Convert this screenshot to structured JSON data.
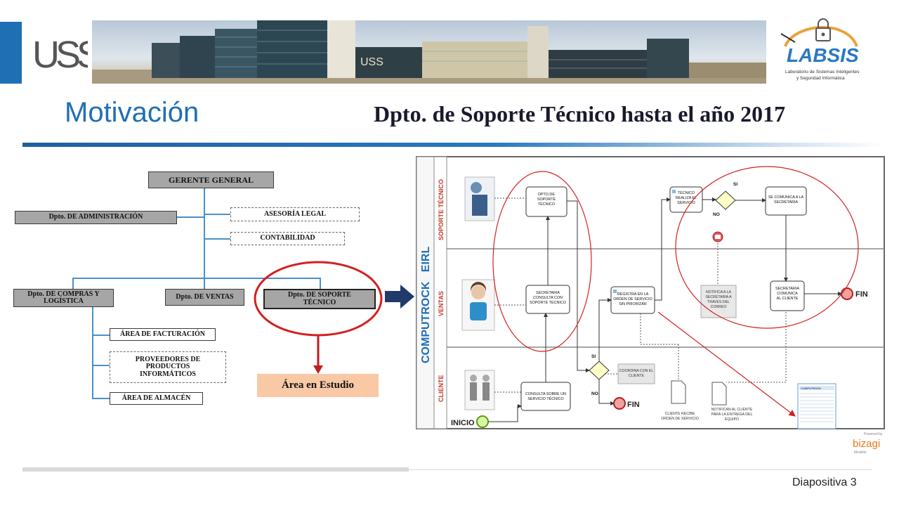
{
  "header": {
    "left_logo_text": "USS",
    "right_logo_text": "LABSIS",
    "right_logo_caption_1": "Laboratorio de Sistemas Inteligentes",
    "right_logo_caption_2": "y Seguridad Informática",
    "banner_sign_text": "USS"
  },
  "slide": {
    "title": "Motivación",
    "subtitle": "Dpto. de Soporte Técnico hasta el año 2017",
    "number_label": "Diapositiva 3"
  },
  "colors": {
    "accent": "#1f6fb4",
    "highlight_red": "#d42020",
    "study_area_fill": "#f8c9a4",
    "org_box_gray": "#a6a6a6",
    "arrow_navy": "#1f3a6b"
  },
  "org_chart": {
    "gerente": "GERENTE GENERAL",
    "administracion": "Dpto. DE ADMINISTRACIÓN",
    "asesoria": "ASESORÍA LEGAL",
    "contabilidad": "CONTABILIDAD",
    "compras": "Dpto. DE COMPRAS Y LOGÍSTICA",
    "ventas": "Dpto. DE VENTAS",
    "soporte": "Dpto. DE SOPORTE TÉCNICO",
    "facturacion": "ÁREA DE FACTURACIÓN",
    "proveedores": "PROVEEDORES DE PRODUCTOS INFORMÁTICOS",
    "almacen": "ÁREA DE ALMACÉN",
    "area_estudio": "Área en Estudio"
  },
  "bpmn": {
    "pool": "COMPUTROCK   EIRL",
    "lanes": {
      "soporte": "SOPORTE TÉCNICO",
      "ventas": "VENTAS",
      "cliente": "CLIENTE"
    },
    "tasks": {
      "dpto_soporte": "DPTO.DE SOPORTE TÉCNICO",
      "tecnico_realiza": "TÉCNICO REALIZA EL SERVICIO",
      "se_comunica": "SE COMUNICA A LA SECRETARIA",
      "secretaria_consulta": "SECRETARIA CONSULTA CON SOPORTE TÉCNICO",
      "registra": "REGISTRA EN LA ORDEN DE SERVICIO SIN PRIORIZAR",
      "notifica_secretaria": "NOTIFICA A LA SECRETARIA A TRAVES DEL CORREO",
      "secretaria_comunica": "SECRETARIA COMUNICA AL CLIENTE",
      "consulta_servicio": "CONSULTA SOBRE UN SERVICIO TÉCNICO",
      "coordina": "COORDINA CON EL CLIENTE",
      "cliente_recibe": "CLIENTE RECIBE ORDEN DE SERVICIO",
      "notifican_cliente": "NOTIFICAN AL CLIENTE PARA LA ENTREGA DEL EQUIPO"
    },
    "labels": {
      "si_1": "SI",
      "no_1": "NO",
      "si_2": "SI",
      "no_2": "NO",
      "fin_1": "FIN",
      "fin_2": "FIN",
      "inicio": "INICIO"
    },
    "branding": {
      "powered_by": "Powered by",
      "bizagi": "bizagi",
      "modeler": "Modeler",
      "form_header": "COMPUTROCK"
    }
  }
}
